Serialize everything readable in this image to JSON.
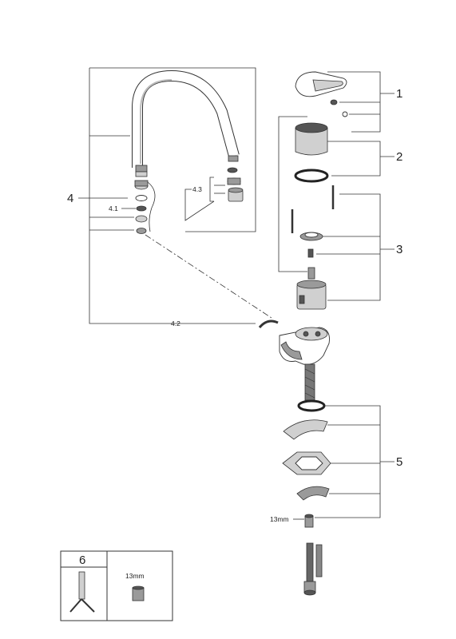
{
  "callouts": {
    "c1": "1",
    "c2": "2",
    "c3": "3",
    "c4": "4",
    "c4_1": "4.1",
    "c4_2": "4.2",
    "c4_3": "4.3",
    "c5": "5",
    "c6": "6"
  },
  "wrench_size": "13mm",
  "tool_box_size": "13mm"
}
